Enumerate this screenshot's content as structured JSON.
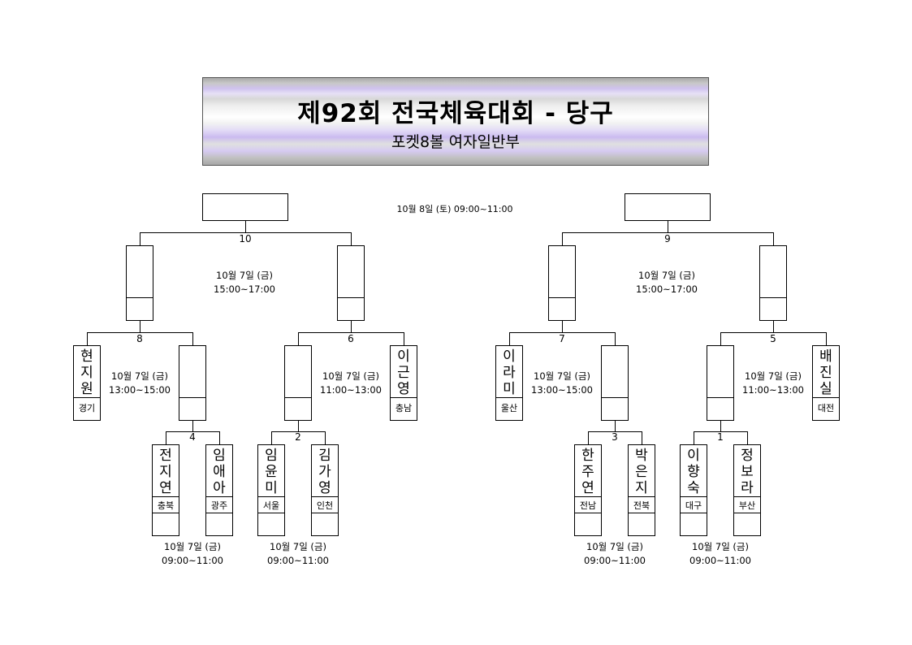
{
  "header": {
    "title": "제92회 전국체육대회 - 당구",
    "subtitle": "포켓8볼 여자일반부"
  },
  "final": {
    "schedule": "10월 8일 (토) 09:00~11:00"
  },
  "matches": {
    "m1": "1",
    "m2": "2",
    "m3": "3",
    "m4": "4",
    "m5": "5",
    "m6": "6",
    "m7": "7",
    "m8": "8",
    "m9": "9",
    "m10": "10"
  },
  "schedules": {
    "semi_left_date": "10월 7일 (금)",
    "semi_left_time": "15:00~17:00",
    "semi_right_date": "10월 7일 (금)",
    "semi_right_time": "15:00~17:00",
    "m8_date": "10월 7일 (금)",
    "m8_time": "13:00~15:00",
    "m6_date": "10월 7일 (금)",
    "m6_time": "11:00~13:00",
    "m7_date": "10월 7일 (금)",
    "m7_time": "13:00~15:00",
    "m5_date": "10월 7일 (금)",
    "m5_time": "11:00~13:00",
    "m4_date": "10월 7일 (금)",
    "m4_time": "09:00~11:00",
    "m2_date": "10월 7일 (금)",
    "m2_time": "09:00~11:00",
    "m3_date": "10월 7일 (금)",
    "m3_time": "09:00~11:00",
    "m1_date": "10월 7일 (금)",
    "m1_time": "09:00~11:00"
  },
  "players": [
    {
      "id": "p1",
      "name": [
        "현",
        "지",
        "원"
      ],
      "region": "경기"
    },
    {
      "id": "p2",
      "name": [
        "이",
        "근",
        "영"
      ],
      "region": "충남"
    },
    {
      "id": "p3",
      "name": [
        "이",
        "라",
        "미"
      ],
      "region": "울산"
    },
    {
      "id": "p4",
      "name": [
        "배",
        "진",
        "실"
      ],
      "region": "대전"
    },
    {
      "id": "p5",
      "name": [
        "전",
        "지",
        "연"
      ],
      "region": "충북"
    },
    {
      "id": "p6",
      "name": [
        "임",
        "애",
        "아"
      ],
      "region": "광주"
    },
    {
      "id": "p7",
      "name": [
        "임",
        "윤",
        "미"
      ],
      "region": "서울"
    },
    {
      "id": "p8",
      "name": [
        "김",
        "가",
        "영"
      ],
      "region": "인천"
    },
    {
      "id": "p9",
      "name": [
        "한",
        "주",
        "연"
      ],
      "region": "전남"
    },
    {
      "id": "p10",
      "name": [
        "박",
        "은",
        "지"
      ],
      "region": "전북"
    },
    {
      "id": "p11",
      "name": [
        "이",
        "향",
        "숙"
      ],
      "region": "대구"
    },
    {
      "id": "p12",
      "name": [
        "정",
        "보",
        "라"
      ],
      "region": "부산"
    }
  ]
}
